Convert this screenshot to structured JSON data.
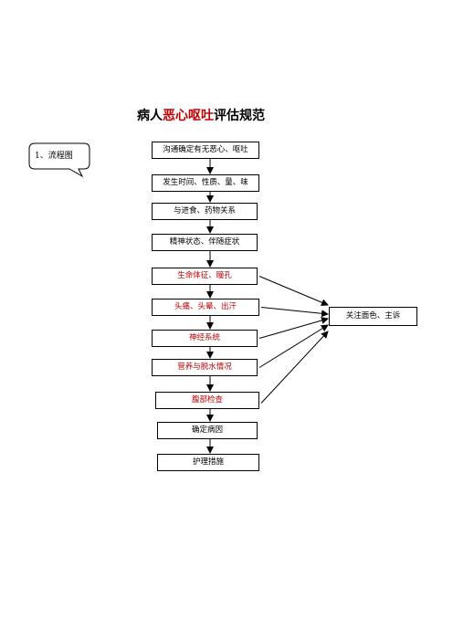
{
  "title": {
    "prefix": "病人",
    "highlight": "恶心呕吐",
    "suffix": "评估规范"
  },
  "callout": {
    "label": "1、流程图"
  },
  "steps": [
    {
      "label": "沟通确定有无恶心、呕吐",
      "color": "#000000"
    },
    {
      "label": "发生时间、性质、量、味",
      "color": "#000000"
    },
    {
      "label": "与进食、药物关系",
      "color": "#000000"
    },
    {
      "label": "精神状态、伴随症状",
      "color": "#000000"
    },
    {
      "label": "生命体征、瞳孔",
      "color": "#c00000"
    },
    {
      "label": "头痛、头晕、出汗",
      "color": "#c00000"
    },
    {
      "label": "神经系统",
      "color": "#c00000"
    },
    {
      "label": "营养与脱水情况",
      "color": "#c00000"
    },
    {
      "label": "腹部检查",
      "color": "#c00000"
    },
    {
      "label": "确定病因",
      "color": "#000000"
    },
    {
      "label": "护理措施",
      "color": "#000000"
    }
  ],
  "side_box": {
    "label": "关注面色、主诉"
  }
}
